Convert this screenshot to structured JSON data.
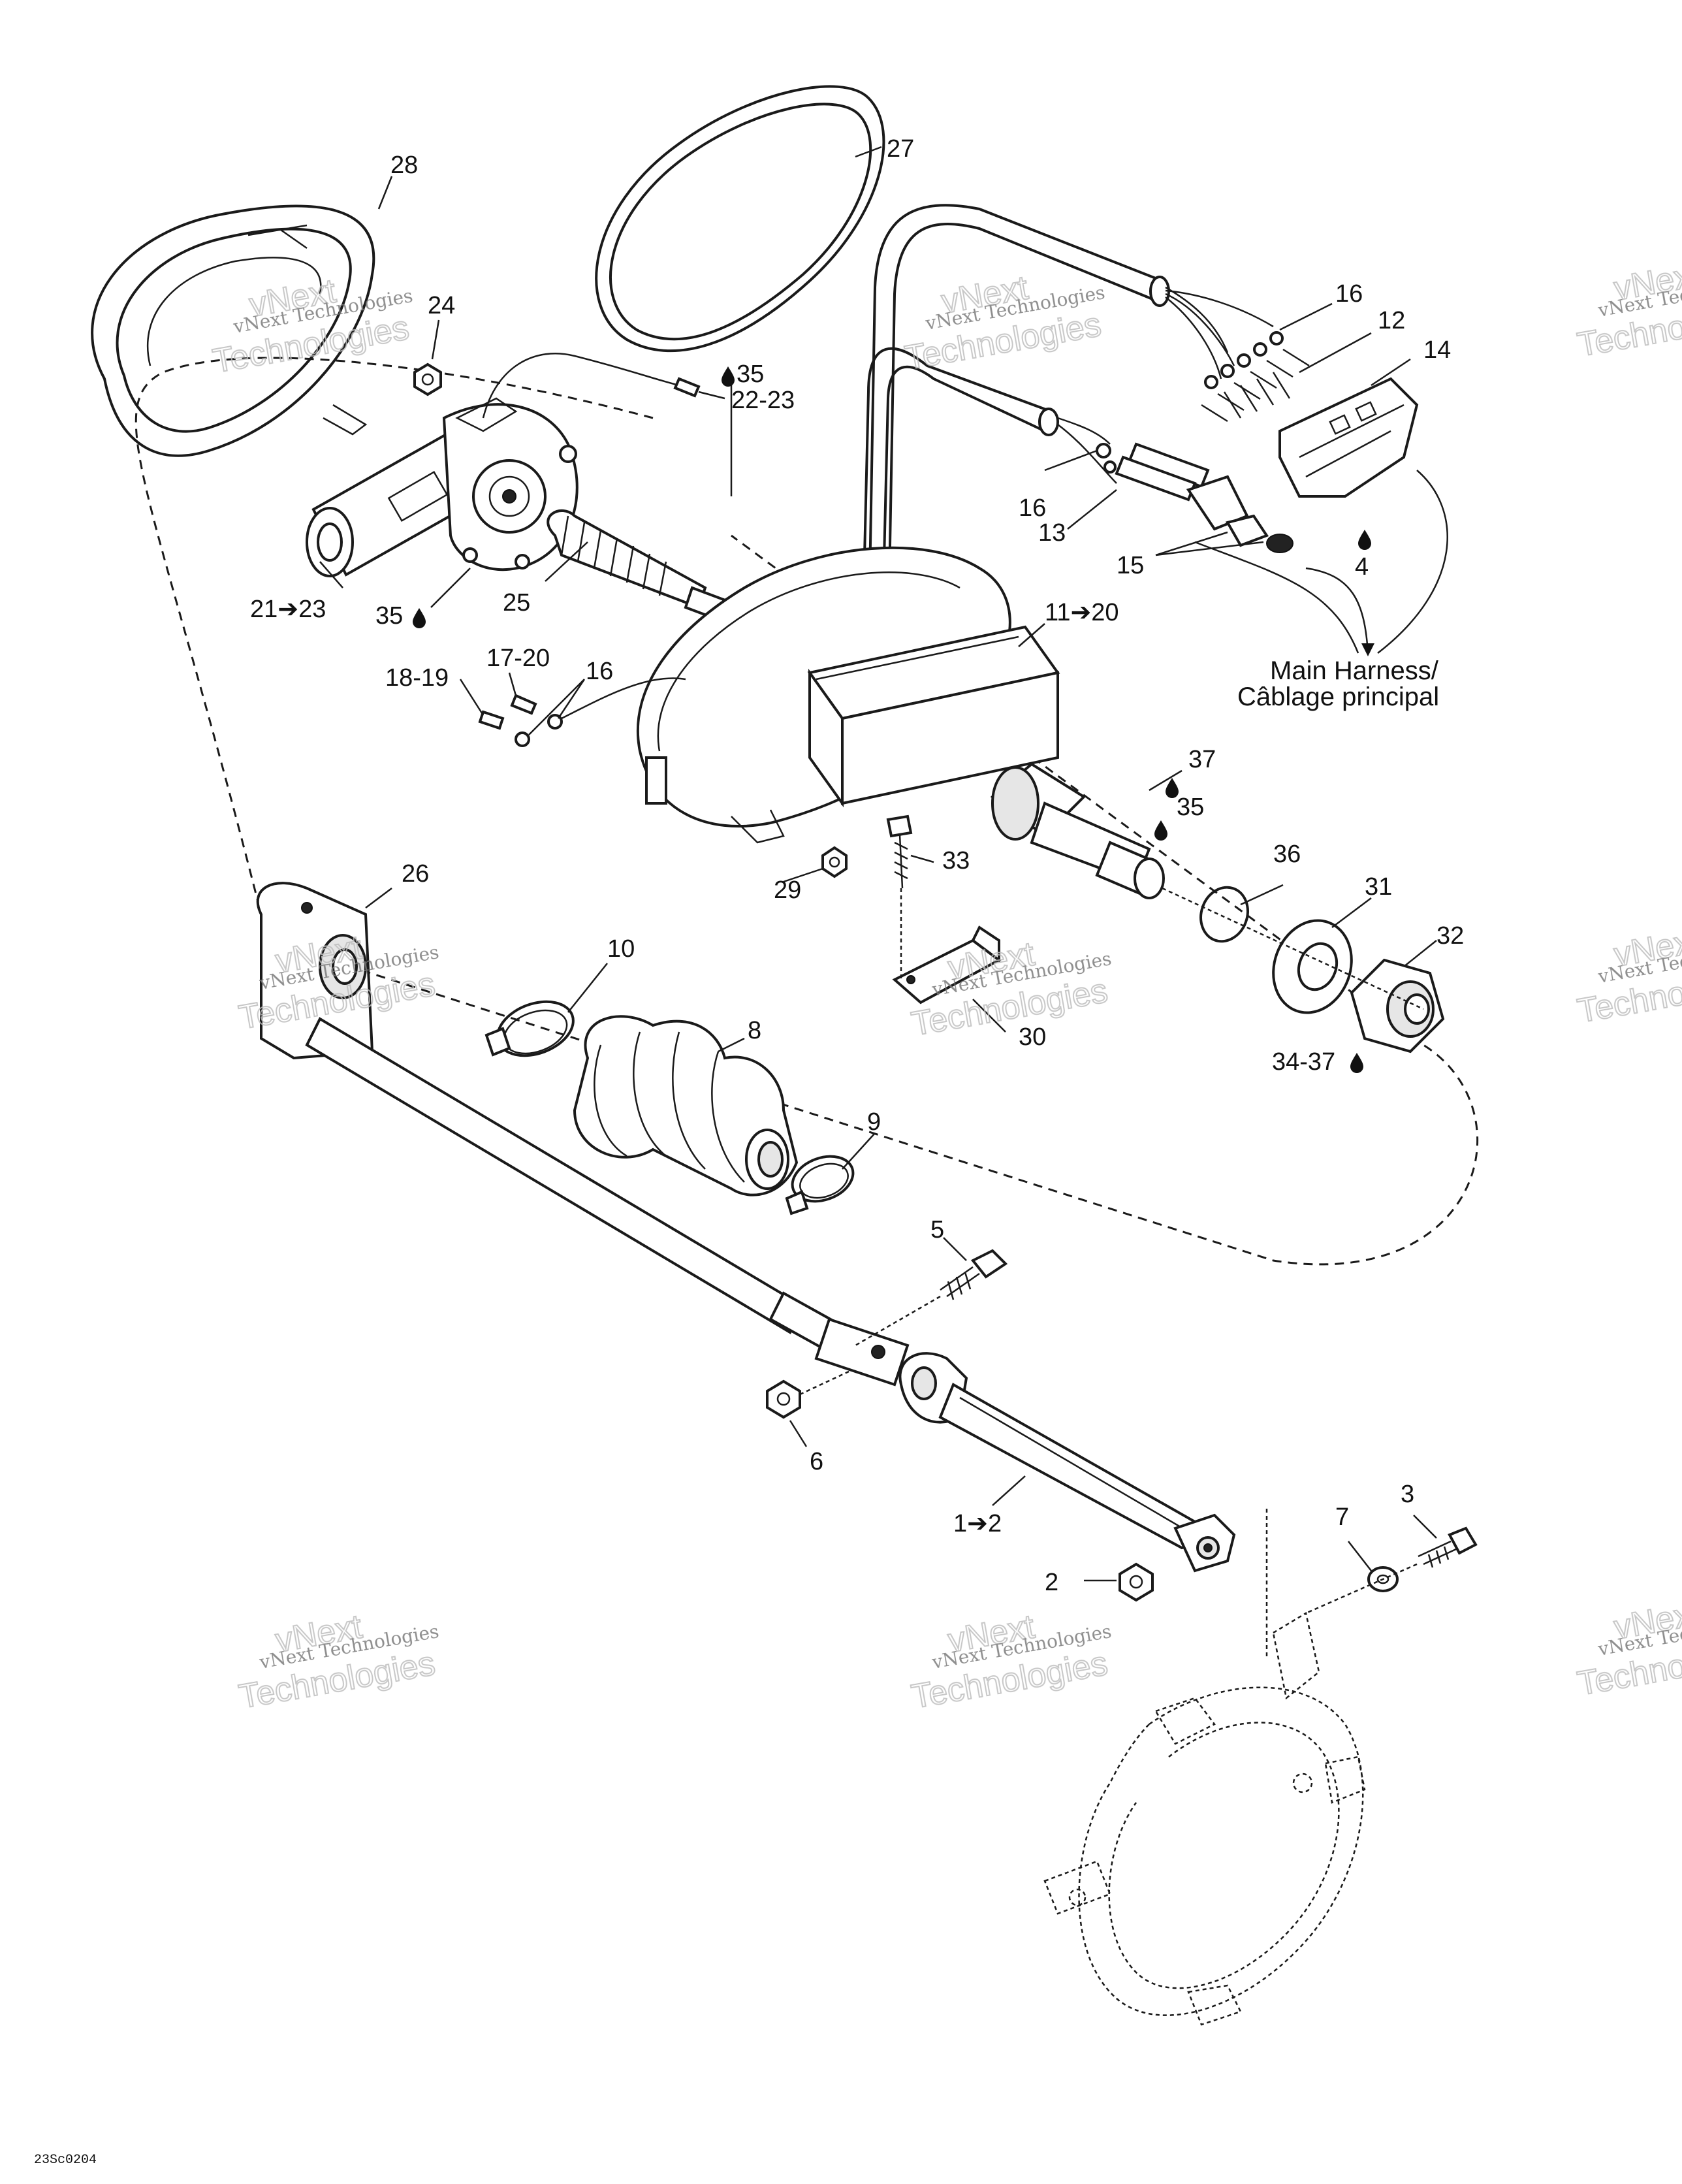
{
  "callouts": {
    "c28": "28",
    "c24": "24",
    "c27": "27",
    "c22_23": "22-23",
    "c35a": "35",
    "c35b": "35",
    "c21_23": "21➔23",
    "c25": "25",
    "c17_20": "17-20",
    "c18_19": "18-19",
    "c16a": "16",
    "c16b": "16",
    "c16c": "16",
    "c12": "12",
    "c14": "14",
    "c13": "13",
    "c15": "15",
    "c4": "4",
    "c11_20": "11➔20",
    "c37": "37",
    "c35c": "35",
    "c33": "33",
    "c29": "29",
    "c36": "36",
    "c31": "31",
    "c32": "32",
    "c30": "30",
    "c26": "26",
    "c10": "10",
    "c8": "8",
    "c9": "9",
    "c34_37": "34-37",
    "c5": "5",
    "c6": "6",
    "c1_2": "1➔2",
    "c2": "2",
    "c7": "7",
    "c3": "3"
  },
  "harness_label": {
    "line1": "Main Harness/",
    "line2": "Câblage principal"
  },
  "watermark": {
    "brand": "vNext",
    "line": "vNext Technologies",
    "big": "Technologies"
  },
  "figure_code": "23Sc0204",
  "icons": [
    "oil-drop-icon",
    "arrow-right-icon"
  ]
}
